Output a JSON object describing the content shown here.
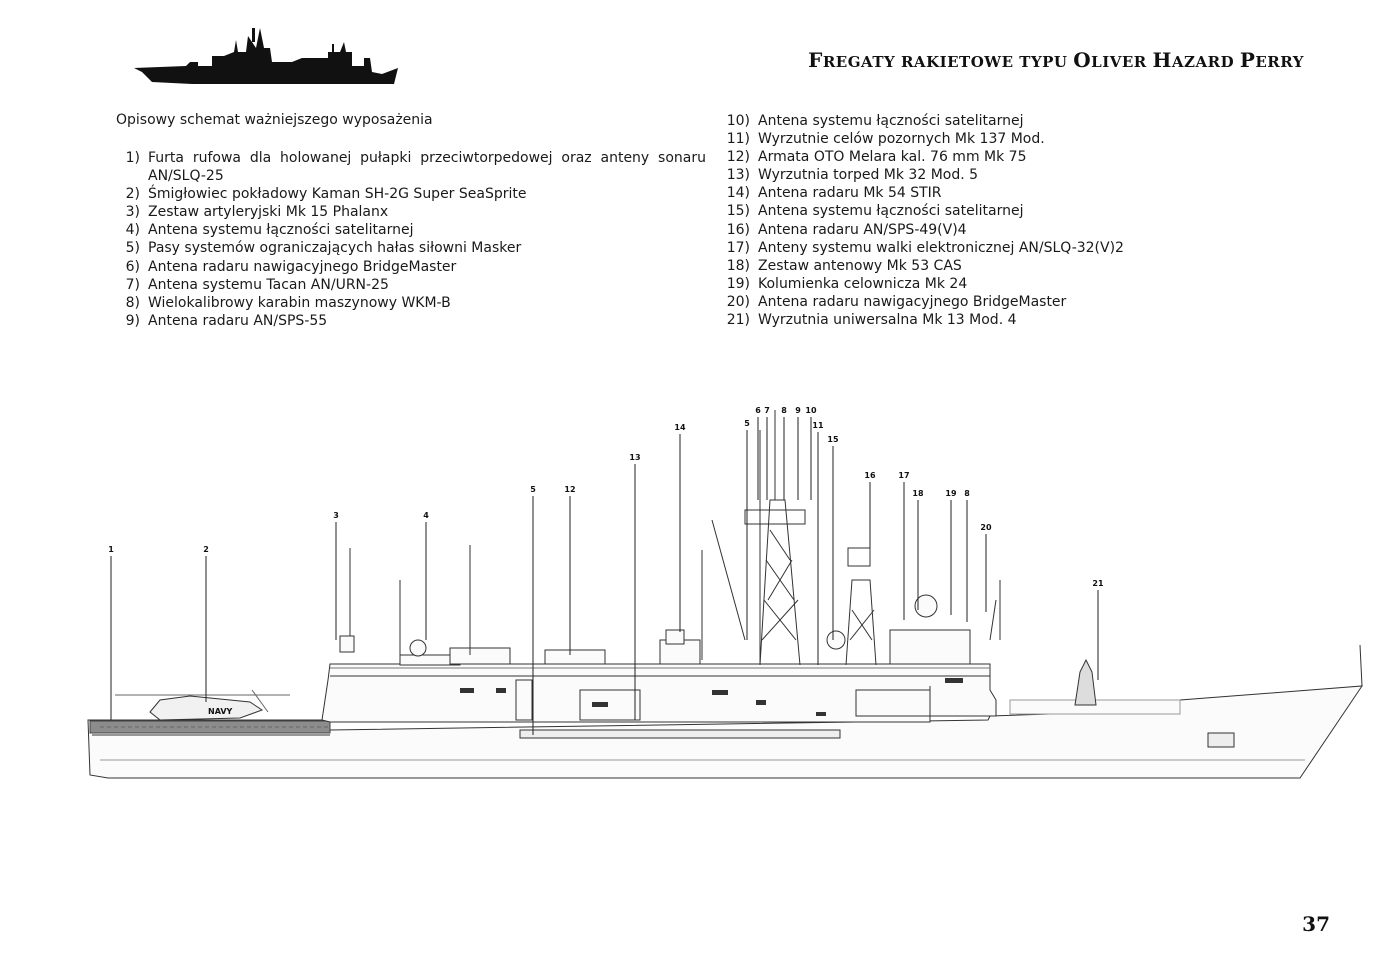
{
  "header": {
    "title_parts": [
      {
        "big": "F",
        "small": "REGATY RAKIETOWE TYPU "
      },
      {
        "big": "O",
        "small": "LIVER "
      },
      {
        "big": "H",
        "small": "AZARD "
      },
      {
        "big": "P",
        "small": "ERRY"
      }
    ]
  },
  "intro": "Opisowy schemat ważniejszego wyposażenia",
  "equipment_left": [
    {
      "num": "1)",
      "text": "Furta rufowa dla holowanej pułapki przeciwtorpedowej oraz anteny sonaru AN/SLQ-25"
    },
    {
      "num": "2)",
      "text": "Śmigłowiec pokładowy Kaman SH-2G Super SeaSprite"
    },
    {
      "num": "3)",
      "text": "Zestaw artyleryjski Mk 15 Phalanx"
    },
    {
      "num": "4)",
      "text": "Antena systemu łączności satelitarnej"
    },
    {
      "num": "5)",
      "text": "Pasy systemów ograniczających hałas siłowni Masker"
    },
    {
      "num": "6)",
      "text": "Antena radaru nawigacyjnego BridgeMaster"
    },
    {
      "num": "7)",
      "text": "Antena systemu Tacan AN/URN-25"
    },
    {
      "num": "8)",
      "text": "Wielokalibrowy karabin maszynowy WKM-B"
    },
    {
      "num": "9)",
      "text": "Antena radaru AN/SPS-55"
    }
  ],
  "equipment_right": [
    {
      "num": "10)",
      "text": "Antena systemu łączności satelitarnej"
    },
    {
      "num": "11)",
      "text": "Wyrzutnie celów pozornych Mk 137 Mod."
    },
    {
      "num": "12)",
      "text": "Armata OTO Melara kal. 76 mm Mk 75"
    },
    {
      "num": "13)",
      "text": "Wyrzutnia torped Mk 32 Mod. 5"
    },
    {
      "num": "14)",
      "text": "Antena radaru Mk 54 STIR"
    },
    {
      "num": "15)",
      "text": "Antena systemu łączności satelitarnej"
    },
    {
      "num": "16)",
      "text": "Antena radaru AN/SPS-49(V)4"
    },
    {
      "num": "17)",
      "text": "Anteny systemu walki elektronicznej AN/SLQ-32(V)2"
    },
    {
      "num": "18)",
      "text": "Zestaw antenowy Mk 53 CAS"
    },
    {
      "num": "19)",
      "text": "Kolumienka celownicza Mk 24"
    },
    {
      "num": "20)",
      "text": "Antena radaru nawigacyjnego BridgeMaster"
    },
    {
      "num": "21)",
      "text": "Wyrzutnia uniwersalna Mk 13 Mod. 4"
    }
  ],
  "callouts": [
    "1",
    "2",
    "3",
    "4",
    "5",
    "12",
    "13",
    "14",
    "5",
    "6",
    "7",
    "8",
    "9",
    "10",
    "11",
    "15",
    "16",
    "17",
    "18",
    "19",
    "8",
    "20",
    "21"
  ],
  "helicopter_marking": "NAVY",
  "page_number": "37"
}
